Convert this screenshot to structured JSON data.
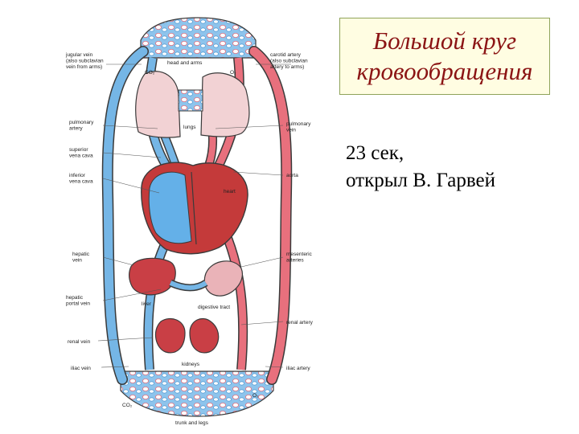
{
  "title": {
    "line1": "Большой  круг",
    "line2": "кровообращения"
  },
  "info": {
    "line1": "23 сек,",
    "line2": "открыл В. Гарвей"
  },
  "colors": {
    "vein_blue": "#75b6e6",
    "artery_red": "#e8707d",
    "heart_red": "#c43a3a",
    "heart_blue": "#64b0e8",
    "lung_pink": "#f2d2d4",
    "organ_red": "#c93f45",
    "outline": "#3a3a3a",
    "title_color": "#8b1414",
    "title_bg": "#fffde2",
    "title_border": "#8fa35a"
  },
  "diagram": {
    "left_labels": [
      {
        "lines": [
          "jugular vein",
          "(also subclavian",
          "vein from arms)"
        ]
      },
      {
        "lines": [
          "pulmonary",
          "artery"
        ]
      },
      {
        "lines": [
          "superior",
          "vena cava"
        ]
      },
      {
        "lines": [
          "inferior",
          "vena cava"
        ]
      },
      {
        "lines": [
          "hepatic",
          "vein"
        ]
      },
      {
        "lines": [
          "hepatic",
          "portal vein"
        ]
      },
      {
        "lines": [
          "renal vein"
        ]
      },
      {
        "lines": [
          "iliac vein"
        ]
      }
    ],
    "right_labels": [
      {
        "lines": [
          "carotid artery",
          "(also subclavian",
          "artery to arms)"
        ]
      },
      {
        "lines": [
          "pulmonary",
          "vein"
        ]
      },
      {
        "lines": [
          "aorta"
        ]
      },
      {
        "lines": [
          "mesenteric",
          "arteries"
        ]
      },
      {
        "lines": [
          "renal artery"
        ]
      },
      {
        "lines": [
          "iliac artery"
        ]
      }
    ],
    "inner_labels": {
      "head_and_arms": "head and arms",
      "co2_top": "CO₂",
      "o2_top": "O₂",
      "lungs": "lungs",
      "heart": "heart",
      "liver": "liver",
      "digestive_tract": "digestive tract",
      "kidneys": "kidneys",
      "co2_bottom": "CO₂",
      "o2_bottom": "O₂",
      "trunk_and_legs": "trunk and legs"
    }
  }
}
